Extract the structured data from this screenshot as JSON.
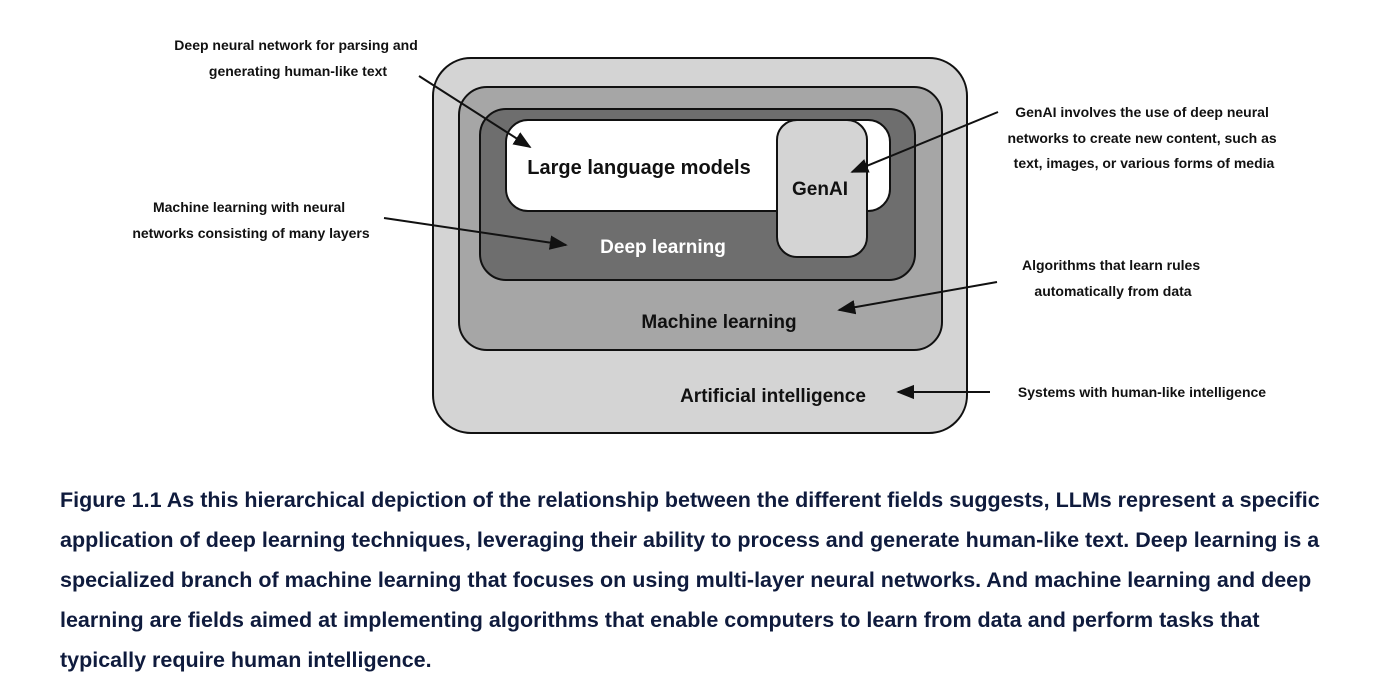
{
  "diagram": {
    "regions": {
      "ai": {
        "label": "Artificial intelligence"
      },
      "ml": {
        "label": "Machine learning"
      },
      "dl": {
        "label": "Deep learning"
      },
      "llm": {
        "label": "Large language models"
      },
      "genai": {
        "label": "GenAI"
      }
    },
    "annotations": {
      "llm": [
        "Deep neural network for parsing and",
        "generating human-like text"
      ],
      "dl": [
        "Machine learning with neural",
        "networks consisting of many layers"
      ],
      "genai": [
        "GenAI involves the use of deep neural",
        "networks to create new content, such as",
        "text, images, or various forms of media"
      ],
      "ml": [
        "Algorithms that learn rules",
        "automatically from data"
      ],
      "ai": [
        "Systems with human-like intelligence"
      ]
    },
    "colors": {
      "ai_fill": "#d4d4d4",
      "ml_fill": "#a6a6a6",
      "dl_fill": "#6e6e6e",
      "llm_fill": "#ffffff",
      "genai_fill": "#d4d4d4",
      "stroke": "#111111"
    }
  },
  "caption": {
    "figure_number": "Figure 1.1",
    "text": "As this hierarchical depiction of the relationship between the different fields suggests, LLMs represent a specific application of deep learning techniques, leveraging their ability to process and generate human-like text. Deep learning is a specialized branch of machine learning that focuses on using multi-layer neural networks. And machine learning and deep learning are fields aimed at implementing algorithms that enable computers to learn from data and perform tasks that typically require human intelligence."
  }
}
